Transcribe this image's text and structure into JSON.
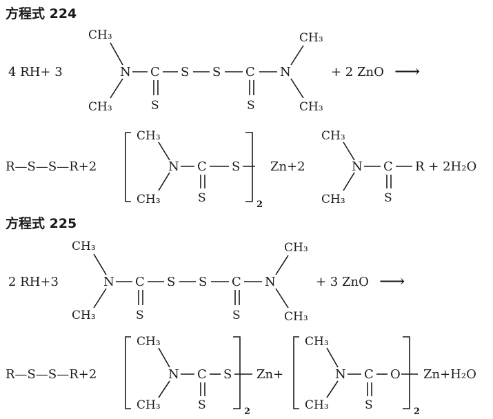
{
  "eq224": {
    "label": "方程式 224",
    "lhs_prefix": "4 RH+ 3",
    "reagent": "+ 2 ZnO",
    "product1": "R—S—S—R+2",
    "coef_zn": "Zn+2",
    "product3_tail": "R + 2H₂O"
  },
  "eq225": {
    "label": "方程式 225",
    "lhs_prefix": "2 RH+3",
    "reagent": "+ 3 ZnO",
    "product1": "R—S—S—R+2",
    "coef_zn": "Zn+",
    "tail": "Zn+H₂O"
  },
  "atoms": {
    "ch3": "CH₃",
    "n": "N",
    "c": "C",
    "s": "S",
    "o": "O",
    "sub2": "2",
    "arrow": "⟶"
  }
}
